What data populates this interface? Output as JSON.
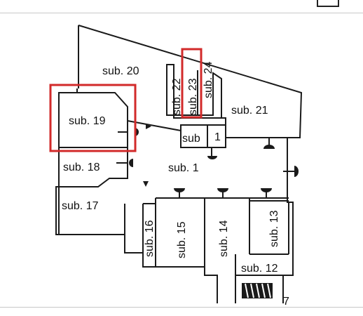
{
  "floor_plan": {
    "units": [
      {
        "id": "sub20",
        "label": "sub. 20"
      },
      {
        "id": "sub19",
        "label": "sub. 19"
      },
      {
        "id": "sub22",
        "label": "sub. 22"
      },
      {
        "id": "sub23",
        "label": "sub. 23"
      },
      {
        "id": "sub24",
        "label": "sub. 24"
      },
      {
        "id": "sub21",
        "label": "sub. 21"
      },
      {
        "id": "sub1_small",
        "label": "sub",
        "label_suffix": "1"
      },
      {
        "id": "sub18",
        "label": "sub. 18"
      },
      {
        "id": "sub1",
        "label": "sub. 1"
      },
      {
        "id": "sub17",
        "label": "sub. 17"
      },
      {
        "id": "sub16",
        "label": "sub. 16"
      },
      {
        "id": "sub15",
        "label": "sub. 15"
      },
      {
        "id": "sub14",
        "label": "sub. 14"
      },
      {
        "id": "sub13",
        "label": "sub. 13"
      },
      {
        "id": "sub12",
        "label": "sub. 12"
      }
    ],
    "highlighted_units": [
      "sub. 19",
      "sub. 23"
    ],
    "highlight_color": "#d22a2a",
    "line_color": "#1a1a1a"
  }
}
